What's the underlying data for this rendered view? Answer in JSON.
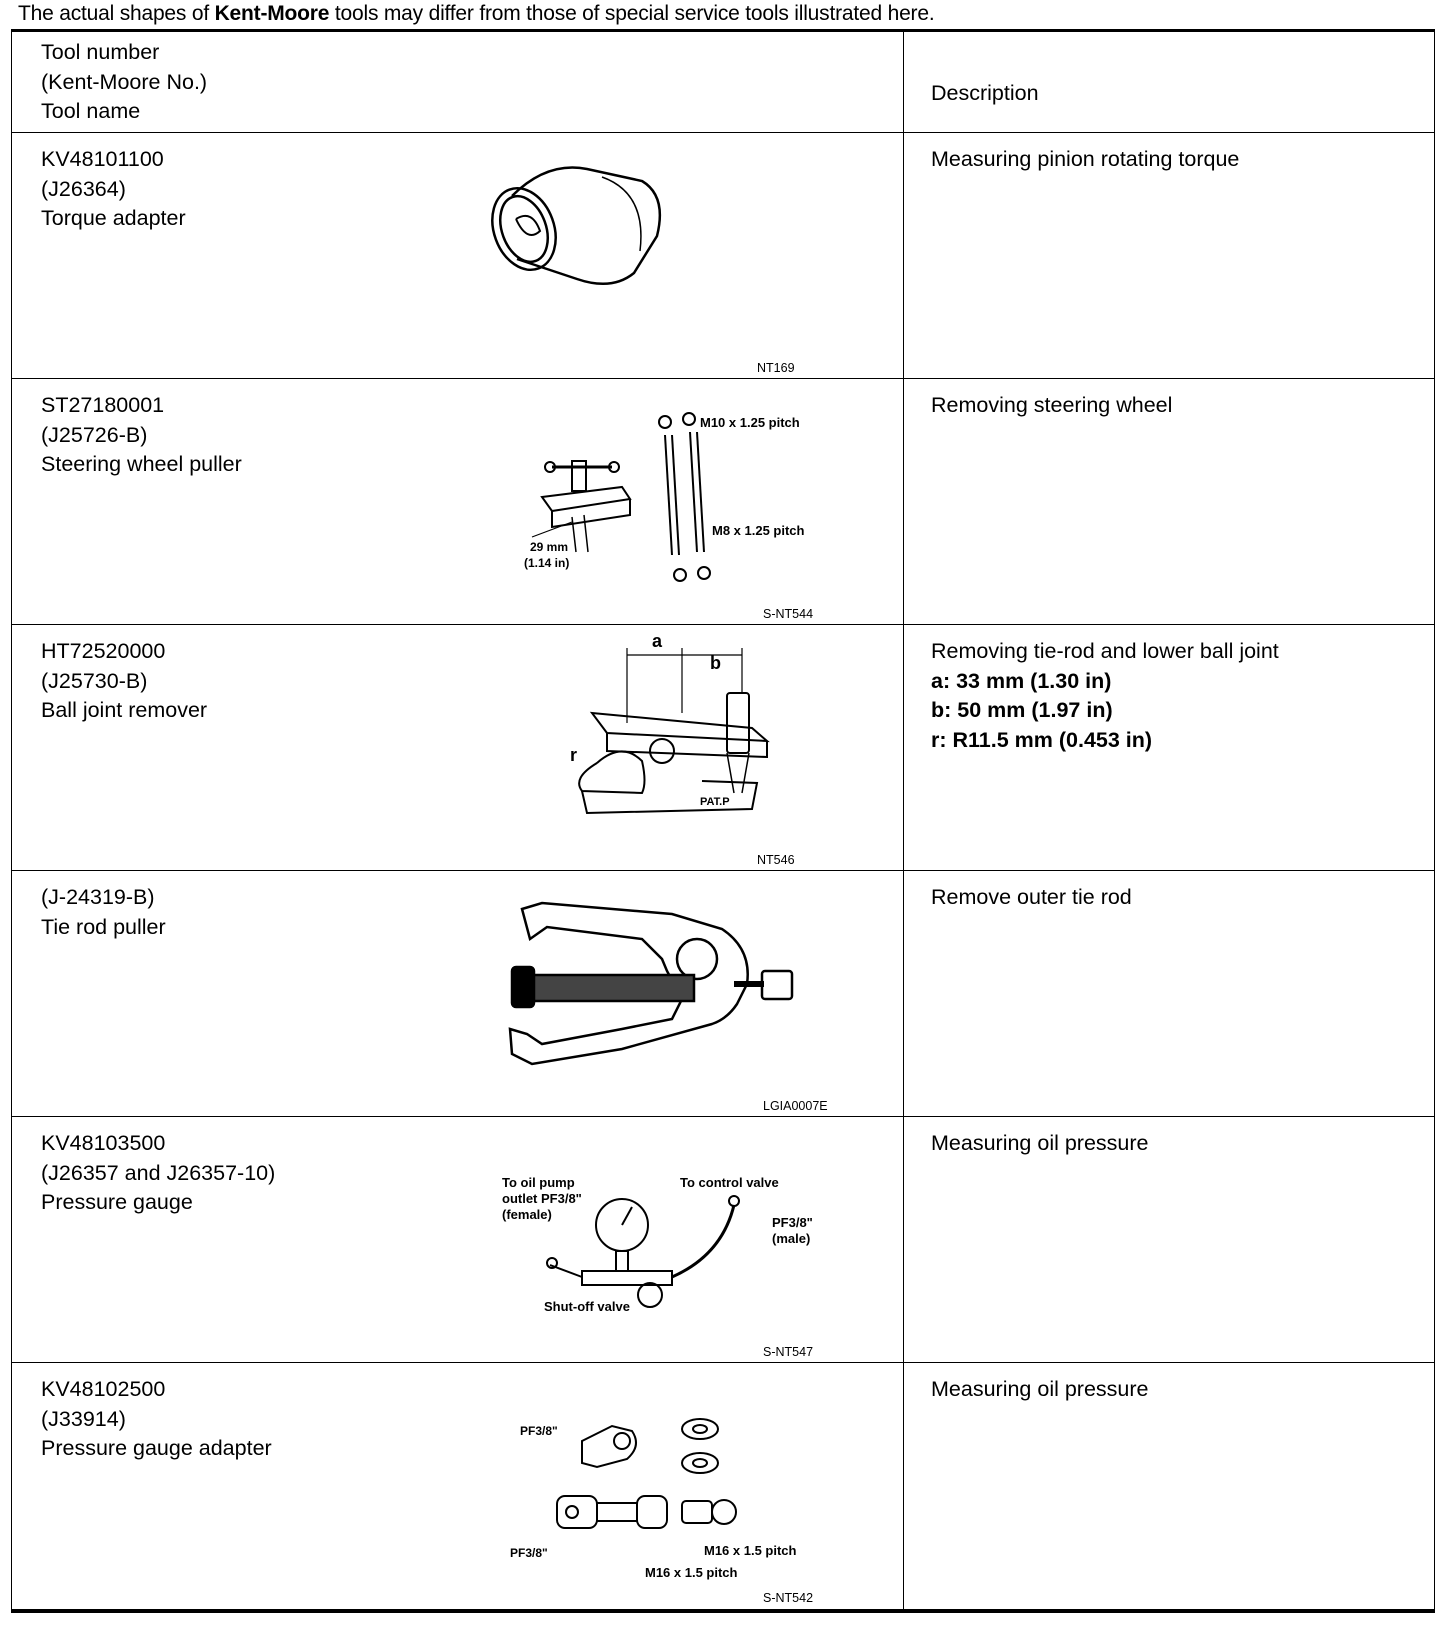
{
  "notice": {
    "before": "The actual shapes of ",
    "bold": "Kent-Moore",
    "after": " tools may differ from those of special service tools illustrated here."
  },
  "header": {
    "tool_lines": [
      "Tool number",
      "(Kent-Moore No.)",
      "Tool name"
    ],
    "description": "Description"
  },
  "tools": [
    {
      "lines": [
        "KV48101100",
        "(J26364)",
        "Torque adapter"
      ],
      "description": "Measuring pinion rotating torque",
      "specs": [],
      "figure_code": "NT169",
      "figure_labels": []
    },
    {
      "lines": [
        "ST27180001",
        "(J25726-B)",
        "Steering wheel puller"
      ],
      "description": "Removing steering wheel",
      "specs": [],
      "figure_code": "S-NT544",
      "figure_labels": [
        "M10 x 1.25 pitch",
        "M8 x 1.25 pitch",
        "29 mm",
        "(1.14 in)"
      ]
    },
    {
      "lines": [
        "HT72520000",
        "(J25730-B)",
        "Ball joint remover"
      ],
      "description": "Removing tie-rod and lower ball joint",
      "specs": [
        "a: 33 mm (1.30 in)",
        "b: 50 mm (1.97 in)",
        "r: R11.5 mm (0.453 in)"
      ],
      "figure_code": "NT546",
      "figure_labels": [
        "a",
        "b",
        "r",
        "PAT.P"
      ]
    },
    {
      "lines": [
        "(J-24319-B)",
        "Tie rod puller"
      ],
      "description": "Remove outer tie rod",
      "specs": [],
      "figure_code": "LGIA0007E",
      "figure_labels": []
    },
    {
      "lines": [
        "KV48103500",
        "(J26357 and J26357-10)",
        "Pressure gauge"
      ],
      "description": "Measuring oil pressure",
      "specs": [],
      "figure_code": "S-NT547",
      "figure_labels": [
        "To oil pump",
        "outlet PF3/8\"",
        "(female)",
        "To control valve",
        "PF3/8\"",
        "(male)",
        "Shut-off valve"
      ]
    },
    {
      "lines": [
        "KV48102500",
        "(J33914)",
        "Pressure gauge adapter"
      ],
      "description": "Measuring oil pressure",
      "specs": [],
      "figure_code": "S-NT542",
      "figure_labels": [
        "PF3/8\"",
        "PF3/8\"",
        "M16 x 1.5 pitch",
        "M16 x 1.5 pitch"
      ]
    }
  ]
}
